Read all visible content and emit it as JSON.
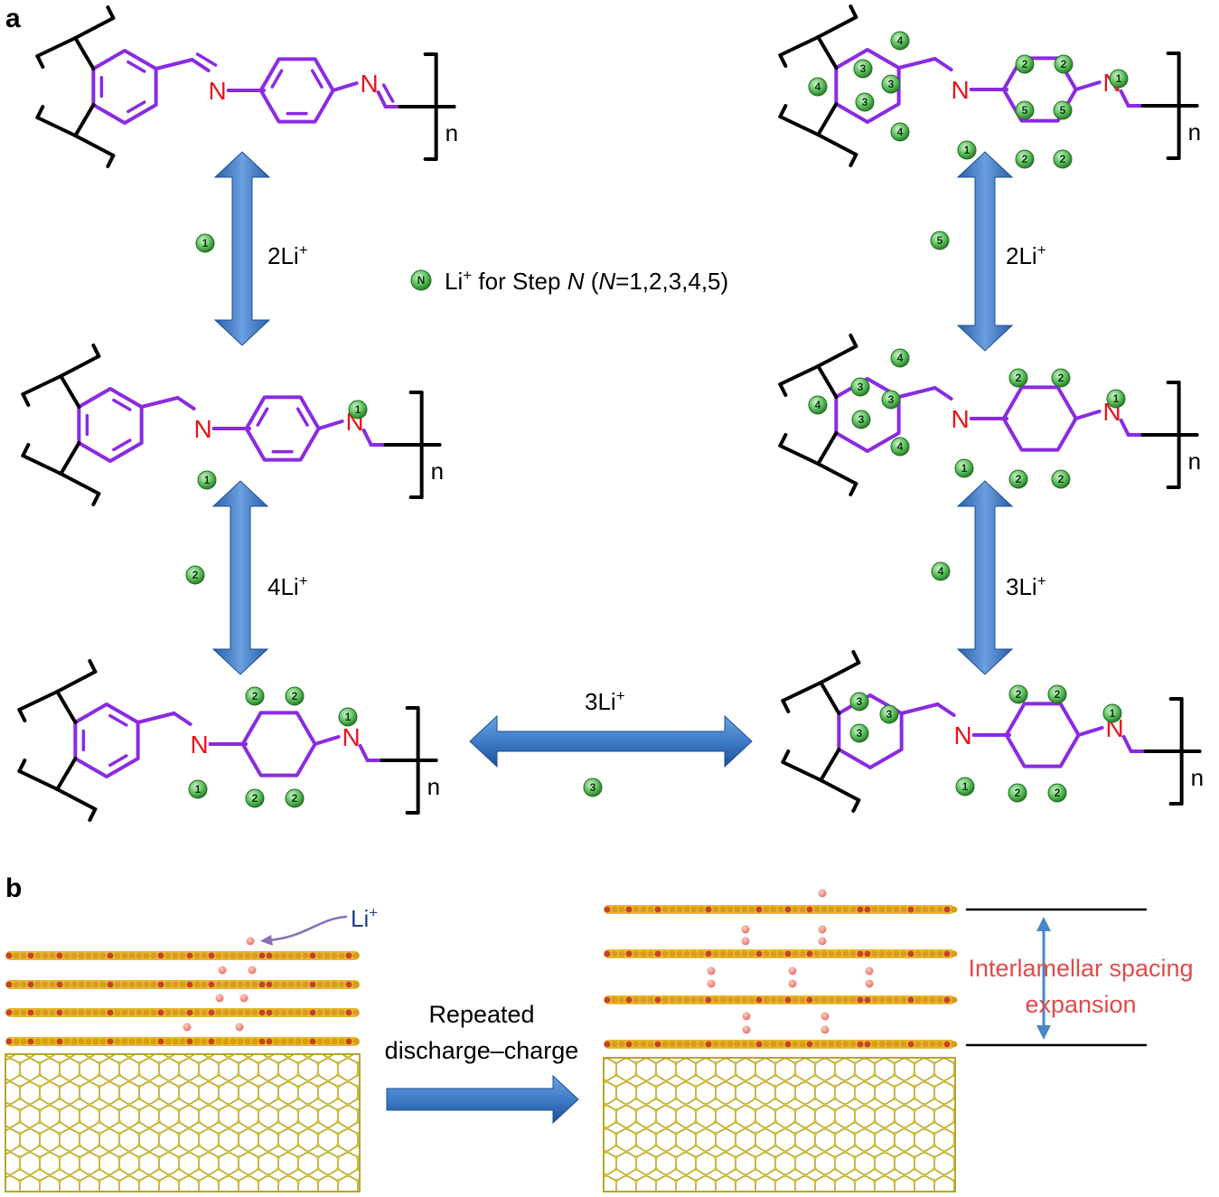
{
  "panel_labels": {
    "a": "a",
    "b": "b"
  },
  "atoms": {
    "nitrogen": "N",
    "repeat_subscript": "n"
  },
  "legend": {
    "badge": "N",
    "text_prefix": "Li",
    "sup": "+",
    "text_mid": " for Step ",
    "var": "N",
    "text_open": " (",
    "var2": "N",
    "text_rest": "=1,2,3,4,5)"
  },
  "arrows": {
    "left_top": {
      "label": "2Li",
      "sup": "+",
      "step": "1"
    },
    "left_bottom": {
      "label": "4Li",
      "sup": "+",
      "step": "2"
    },
    "middle": {
      "label": "3Li",
      "sup": "+",
      "step": "3"
    },
    "right_bottom": {
      "label": "3Li",
      "sup": "+",
      "step": "4"
    },
    "right_top": {
      "label": "2Li",
      "sup": "+",
      "step": "5"
    }
  },
  "panel_b": {
    "li_label": "Li",
    "li_sup": "+",
    "caption_line1": "Repeated",
    "caption_line2": "discharge–charge",
    "spacing_line1": "Interlamellar spacing",
    "spacing_line2": "expansion"
  },
  "colors": {
    "ring_purple": "#8a2be2",
    "nitrogen_red": "#e8141c",
    "arrow_blue": "#3f7cc8",
    "badge_green": "#3fa53f",
    "layer_yellow": "#e6b830",
    "layer_red": "#c8412c",
    "cnt_olive": "#b8a52a",
    "li_pink": "#f08a80"
  }
}
